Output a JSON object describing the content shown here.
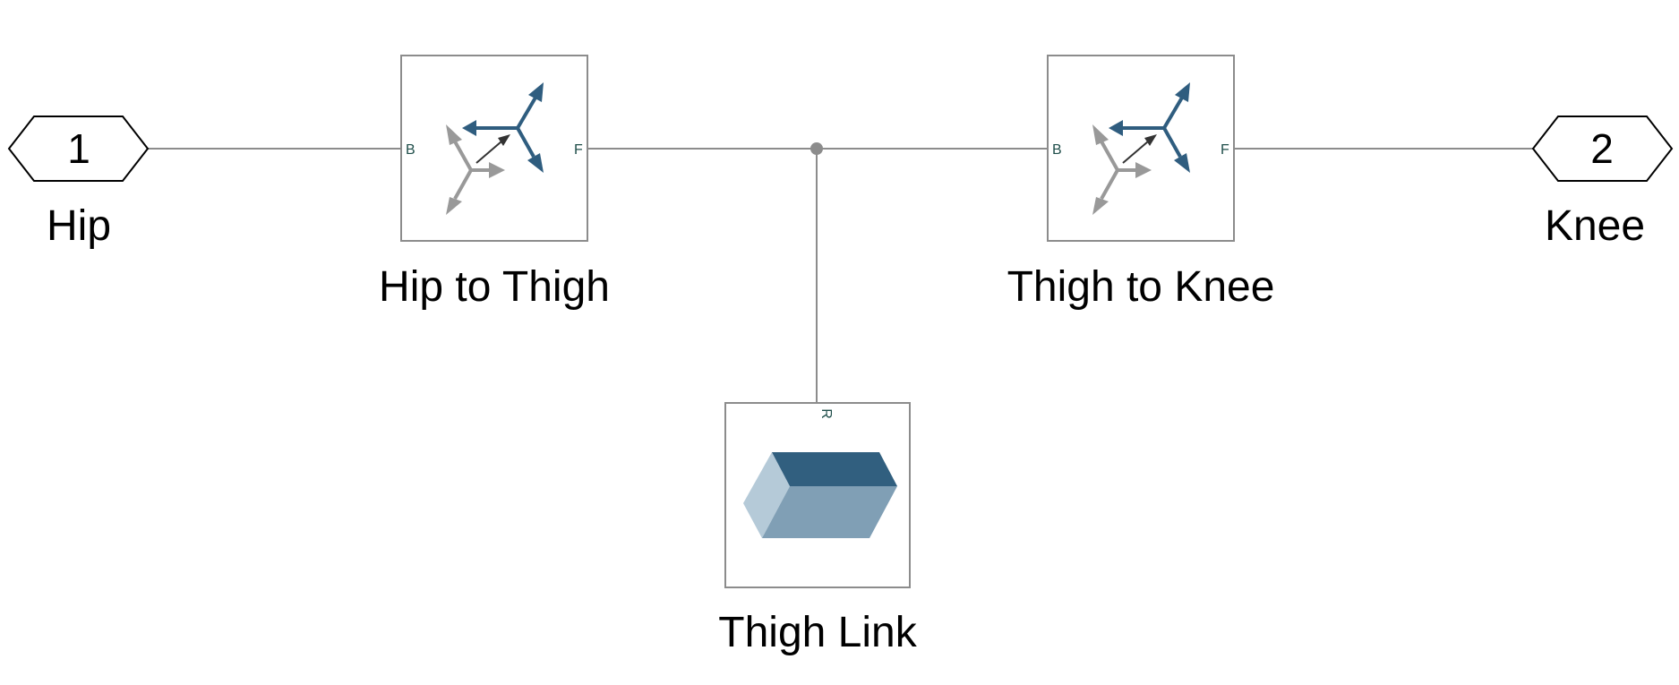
{
  "ports": {
    "hip": {
      "number": "1",
      "label": "Hip"
    },
    "knee": {
      "number": "2",
      "label": "Knee"
    }
  },
  "blocks": {
    "hip_to_thigh": {
      "label": "Hip to Thigh",
      "base_port": "B",
      "follower_port": "F"
    },
    "thigh_to_knee": {
      "label": "Thigh to Knee",
      "base_port": "B",
      "follower_port": "F"
    },
    "thigh_link": {
      "label": "Thigh Link",
      "ref_port": "R"
    }
  },
  "colors": {
    "line": "#8c8c8c",
    "block_border": "#8c8c8c",
    "frame_blue": "#2f5d7f",
    "frame_gray": "#999999",
    "arrow_dark": "#333333",
    "solid_top": "#315f7f",
    "solid_front": "#809fb5",
    "solid_side": "#b5cad8"
  },
  "icons": {
    "transform": "rigid-transform-icon",
    "solid": "brick-solid-icon"
  }
}
